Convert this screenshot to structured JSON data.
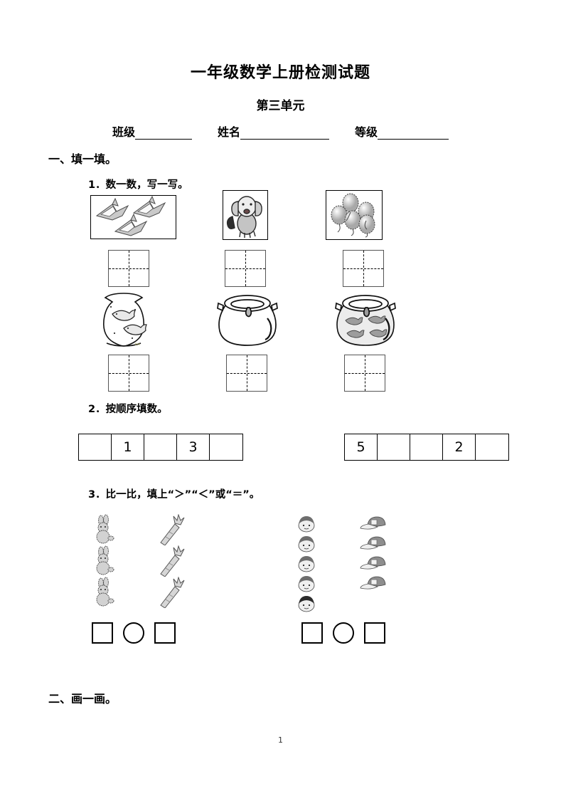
{
  "header": {
    "title": "一年级数学上册检测试题",
    "subtitle": "第三单元",
    "fields": [
      {
        "label": "班级",
        "value": ""
      },
      {
        "label": "姓名",
        "value": ""
      },
      {
        "label": "等级",
        "value": ""
      }
    ]
  },
  "sections": [
    {
      "id": "section-one",
      "heading": "一、填一填。"
    },
    {
      "id": "section-two",
      "heading": "二、画一画。"
    }
  ],
  "q1": {
    "heading": "1．数一数，写一写。",
    "groups": [
      {
        "icon": "seagull-icon",
        "label": "海鸥",
        "count": 3,
        "answer": "",
        "boxed": true
      },
      {
        "icon": "dog-icon",
        "label": "小狗",
        "count": 1,
        "answer": "",
        "boxed": true
      },
      {
        "icon": "balloon-icon",
        "label": "气球",
        "count": 5,
        "answer": "",
        "boxed": true
      },
      {
        "icon": "fishbowl-icon",
        "label": "鱼缸里的鱼",
        "count": 2,
        "answer": "",
        "boxed": false
      },
      {
        "icon": "fishbowl-empty-icon",
        "label": "空鱼缸",
        "count": 0,
        "answer": "",
        "boxed": false
      },
      {
        "icon": "fishbowl-icon",
        "label": "鱼缸里的鱼",
        "count": 4,
        "answer": "",
        "boxed": false
      }
    ]
  },
  "q2": {
    "heading": "2．按顺序填数。",
    "strips": [
      {
        "name": "sequence-ascending",
        "cells": [
          "",
          "1",
          "",
          "3",
          ""
        ]
      },
      {
        "name": "sequence-descending",
        "cells": [
          "5",
          "",
          "",
          "2",
          ""
        ]
      }
    ]
  },
  "q3": {
    "heading": "3．比一比，填上“＞”“＜”或“＝”。",
    "comparisons": [
      {
        "name": "compare-rabbits-carrots",
        "left": {
          "icon": "rabbit-icon",
          "label": "小兔",
          "count": 3
        },
        "right": {
          "icon": "carrot-icon",
          "label": "萝卜",
          "count": 3
        },
        "slots": [
          "",
          "",
          ""
        ]
      },
      {
        "name": "compare-children-caps",
        "left": {
          "icon": "child-head-icon",
          "label": "小朋友",
          "count": 5
        },
        "right": {
          "icon": "cap-icon",
          "label": "帽子",
          "count": 4
        },
        "slots": [
          "",
          "",
          ""
        ]
      }
    ]
  },
  "footer": {
    "page_number": "1"
  },
  "colors": {
    "ink": "#000000",
    "paper": "#ffffff",
    "grid_line": "#555555",
    "art_fill": "#b3b3b3",
    "art_light": "#e8e8e8"
  }
}
